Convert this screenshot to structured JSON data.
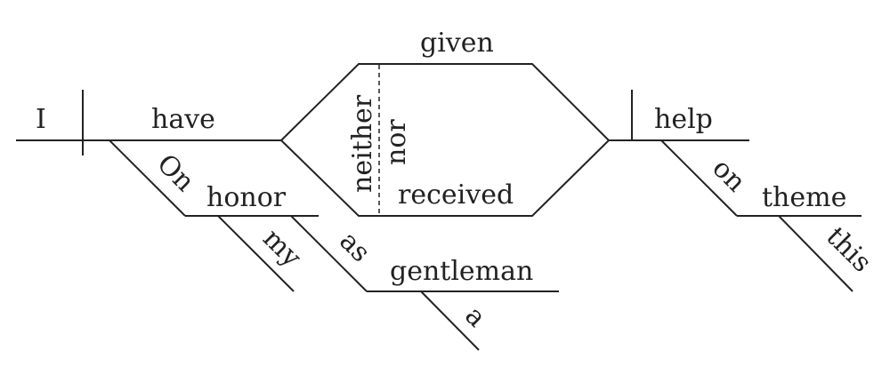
{
  "diagram": {
    "words": {
      "subject": "I",
      "verb_have": "have",
      "verb_given": "given",
      "conj_neither": "neither",
      "conj_nor": "nor",
      "verb_received": "received",
      "object_help": "help",
      "prep_on_1": "On",
      "obj_honor": "honor",
      "mod_my": "my",
      "prep_as": "as",
      "obj_gentleman": "gentleman",
      "mod_a": "a",
      "prep_on_2": "on",
      "obj_theme": "theme",
      "mod_this": "this"
    }
  }
}
